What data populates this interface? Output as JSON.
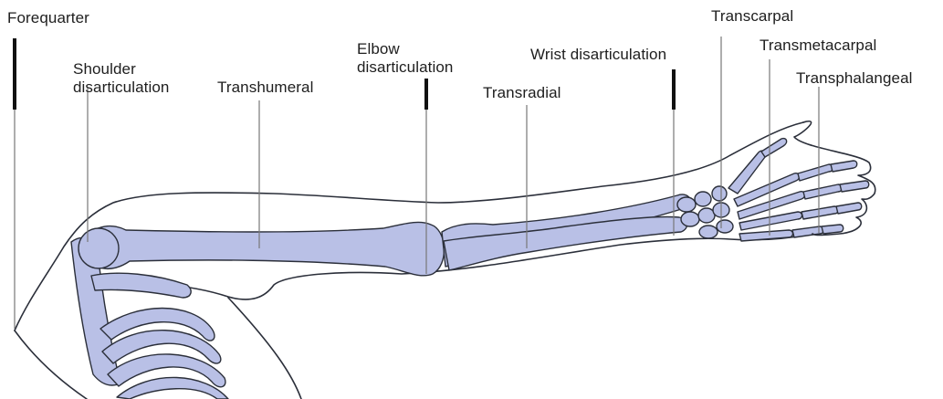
{
  "labels": {
    "forequarter": "Forequarter",
    "shoulder_line1": "Shoulder",
    "shoulder_line2": "disarticulation",
    "transhumeral": "Transhumeral",
    "elbow_line1": "Elbow",
    "elbow_line2": "disarticulation",
    "transradial": "Transradial",
    "wrist": "Wrist disarticulation",
    "transcarpal": "Transcarpal",
    "transmetacarpal": "Transmetacarpal",
    "transphalangeal": "Transphalangeal"
  },
  "colors": {
    "bone": "#b9c0e6",
    "outline": "#2b2f3a",
    "background": "#ffffff"
  }
}
